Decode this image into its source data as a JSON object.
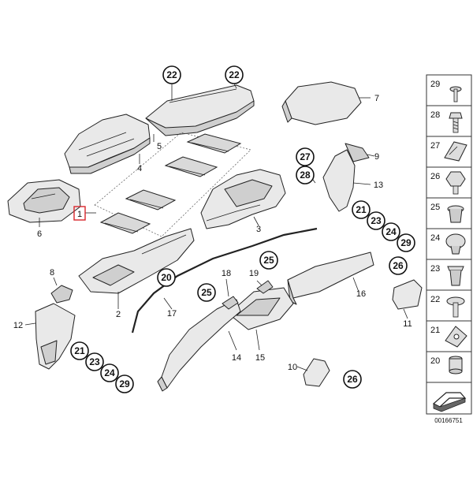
{
  "diagram": {
    "reference": "00166751",
    "callout_circles": [
      "22",
      "22",
      "27",
      "28",
      "21",
      "23",
      "24",
      "29",
      "25",
      "26",
      "20",
      "25",
      "21",
      "23",
      "24",
      "29",
      "26"
    ],
    "part_labels": [
      "1",
      "2",
      "3",
      "4",
      "5",
      "6",
      "7",
      "8",
      "9",
      "10",
      "11",
      "12",
      "13",
      "14",
      "15",
      "16",
      "17",
      "18",
      "19"
    ],
    "sidebar": [
      {
        "number": "29",
        "icon": "screw-icon"
      },
      {
        "number": "28",
        "icon": "bolt-icon"
      },
      {
        "number": "27",
        "icon": "clip-icon"
      },
      {
        "number": "26",
        "icon": "hex-nut-icon"
      },
      {
        "number": "25",
        "icon": "expanding-nut-icon"
      },
      {
        "number": "24",
        "icon": "plug-icon"
      },
      {
        "number": "23",
        "icon": "expanding-rivet-icon"
      },
      {
        "number": "22",
        "icon": "collar-screw-icon"
      },
      {
        "number": "21",
        "icon": "clip-nut-icon"
      },
      {
        "number": "20",
        "icon": "grommet-icon"
      }
    ],
    "arrow_icon": "arrow-icon",
    "highlight_color": "#d9262c"
  }
}
